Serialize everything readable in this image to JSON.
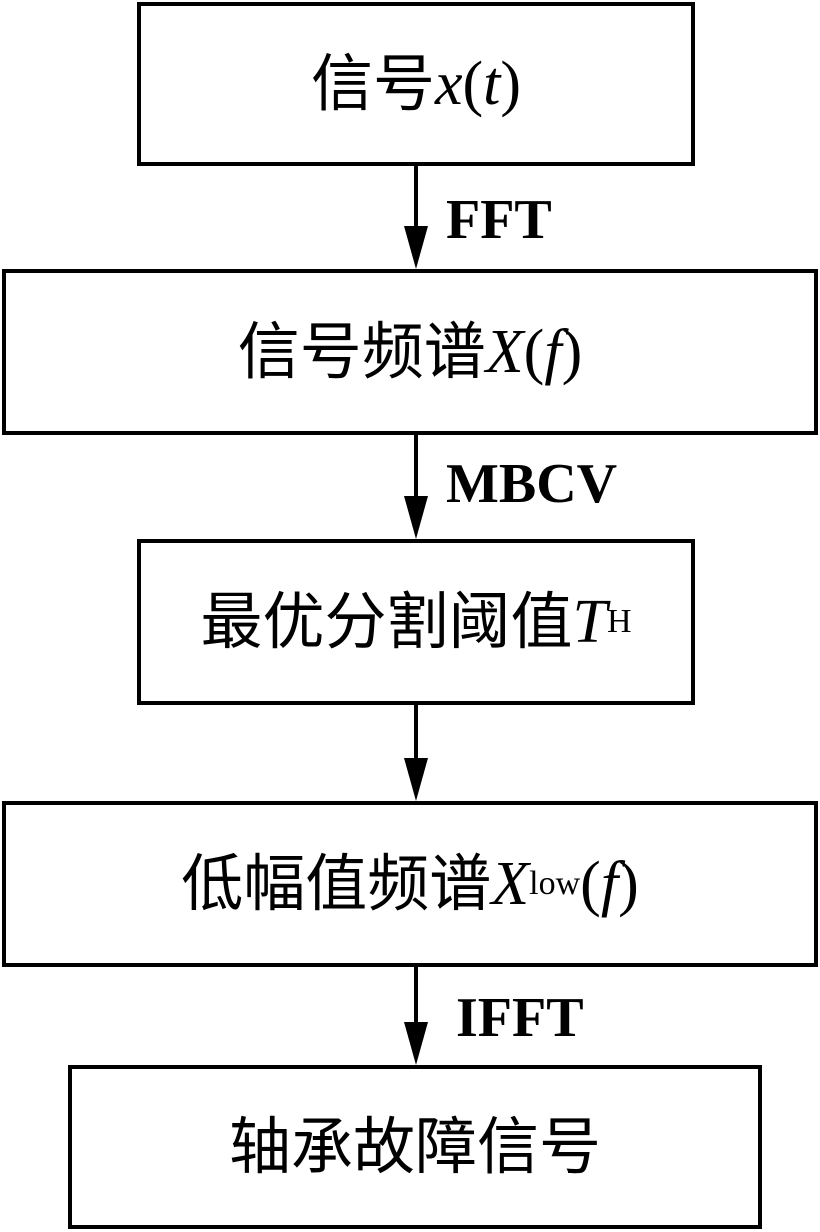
{
  "nodes": [
    {
      "text": "信号",
      "var": "x",
      "open": "(",
      "arg": "t",
      "close": ")"
    },
    {
      "text": "信号频谱",
      "var": "X",
      "open": "(",
      "arg": "f",
      "close": ")"
    },
    {
      "text": "最优分割阈值",
      "var": "T",
      "sub": "H"
    },
    {
      "text": "低幅值频谱",
      "var": "X",
      "sub": "low",
      "open": "(",
      "arg": "f",
      "close": ")"
    },
    {
      "text": "轴承故障信号"
    }
  ],
  "edges": [
    {
      "label": "FFT"
    },
    {
      "label": "MBCV"
    },
    {
      "label": ""
    },
    {
      "label": "IFFT"
    }
  ]
}
